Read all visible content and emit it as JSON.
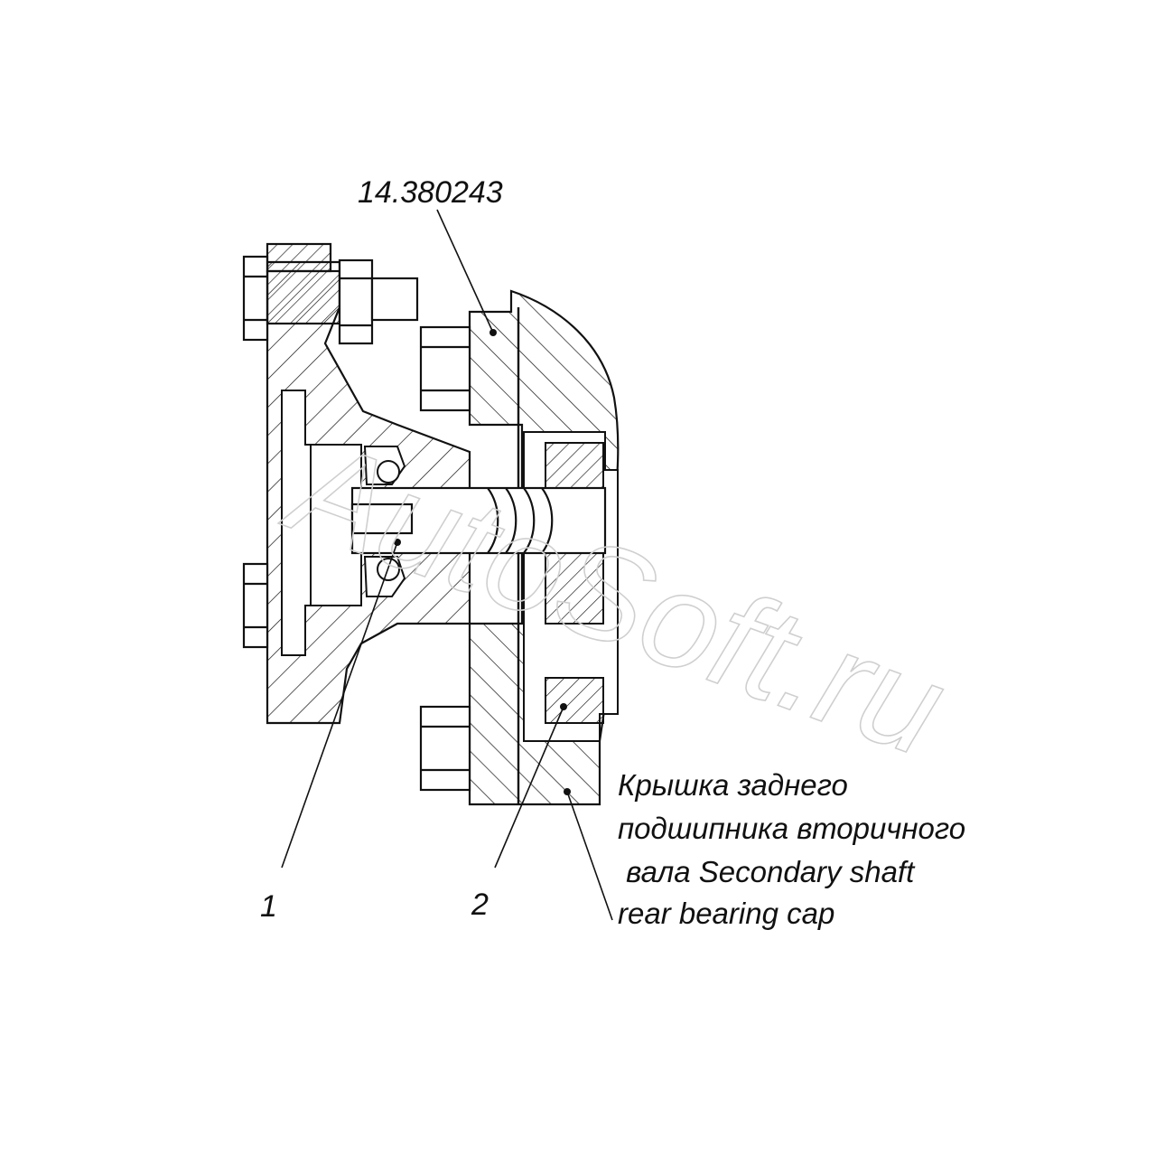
{
  "drawing": {
    "part_number": "14.380243",
    "callouts": [
      "1",
      "2"
    ],
    "caption_lines": [
      "Крышка заднего",
      "подшипника вторичного",
      " вала Secondary shaft",
      "rear bearing cap"
    ],
    "watermark": "AutoSoft.ru"
  },
  "colors": {
    "line": "#111111",
    "watermark": "#cfcfcf",
    "background": "#ffffff"
  }
}
